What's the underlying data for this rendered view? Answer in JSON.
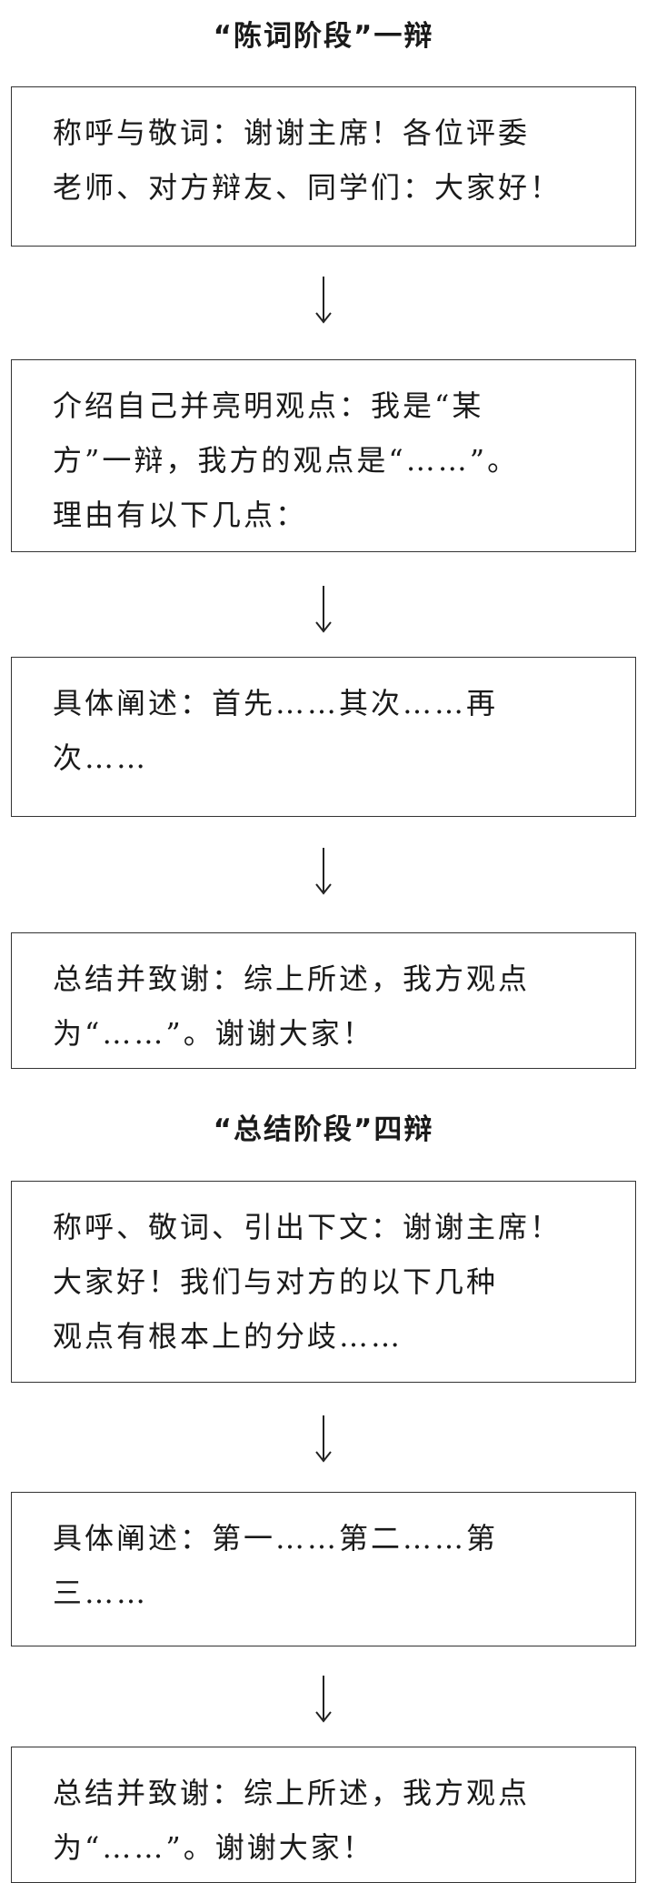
{
  "stage1": {
    "title": "“陈词阶段”一辩",
    "steps": [
      [
        "称呼与敬词：谢谢主席！各位评委",
        "老师、对方辩友、同学们：大家好！"
      ],
      [
        "介绍自己并亮明观点：我是“某",
        "方”一辩，我方的观点是“……”。",
        "理由有以下几点："
      ],
      [
        "具体阐述：首先……其次……再",
        "次……"
      ],
      [
        "总结并致谢：综上所述，我方观点",
        "为“……”。谢谢大家！"
      ]
    ]
  },
  "stage2": {
    "title": "“总结阶段”四辩",
    "steps": [
      [
        "称呼、敬词、引出下文：谢谢主席！",
        "大家好！我们与对方的以下几种",
        "观点有根本上的分歧……"
      ],
      [
        "具体阐述：第一……第二……第",
        "三……"
      ],
      [
        "总结并致谢：综上所述，我方观点",
        "为“……”。谢谢大家！"
      ]
    ]
  },
  "arrow_icon": "down-arrow-icon"
}
